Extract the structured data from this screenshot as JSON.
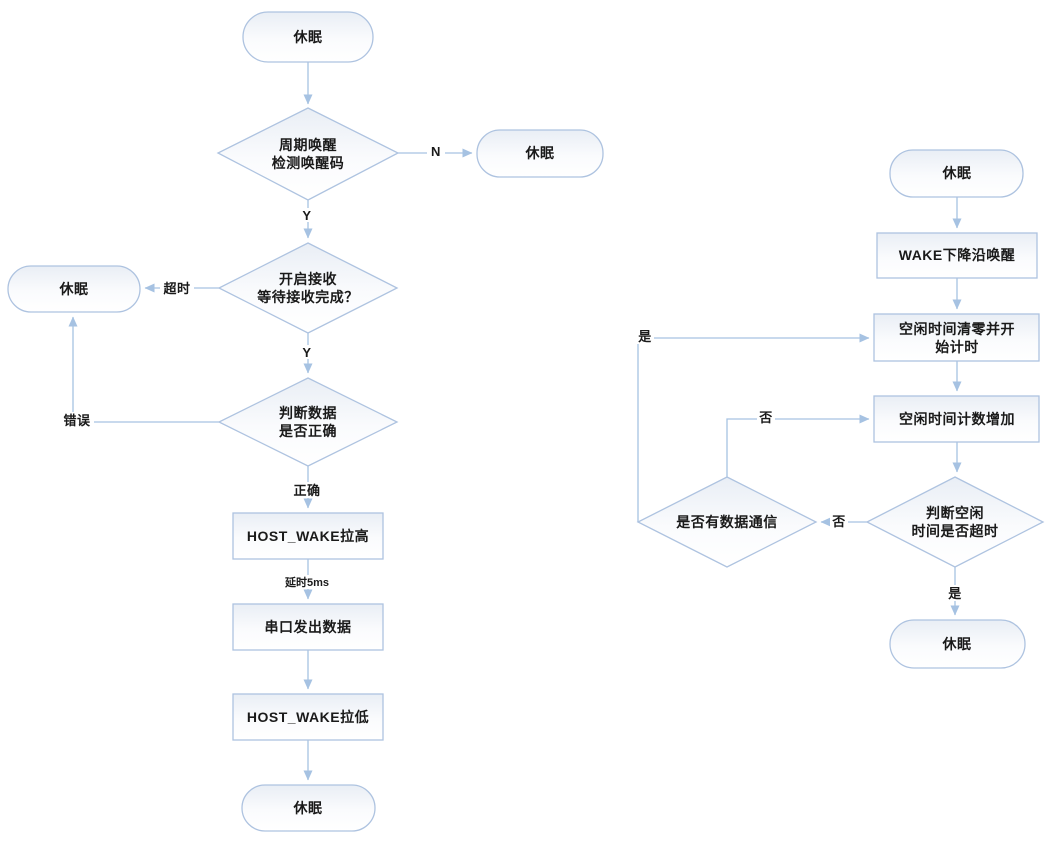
{
  "colors": {
    "shape_border": "#aec3e0",
    "connector": "#a6c2e2",
    "text": "#1a1a1a",
    "background": "#ffffff"
  },
  "left_flow": {
    "start_terminator": "休眠",
    "decision_wake_check": {
      "line1": "周期唤醒",
      "line2": "检测唤醒码"
    },
    "label_n": "N",
    "sleep_right_terminator": "休眠",
    "label_y1": "Y",
    "decision_receive": {
      "line1": "开启接收",
      "line2": "等待接收完成？"
    },
    "label_timeout": "超时",
    "sleep_left_terminator": "休眠",
    "label_y2": "Y",
    "decision_data_valid": {
      "line1": "判断数据",
      "line2": "是否正确"
    },
    "label_error": "错误",
    "label_correct": "正确",
    "process_host_wake_high": "HOST_WAKE拉高",
    "label_delay": "延时5ms",
    "process_uart_send": "串口发出数据",
    "process_host_wake_low": "HOST_WAKE拉低",
    "end_terminator": "休眠"
  },
  "right_flow": {
    "start_terminator": "休眠",
    "process_wake_falling_edge": "WAKE下降沿唤醒",
    "process_idle_reset": {
      "line1": "空闲时间清零并开",
      "line2": "始计时"
    },
    "process_idle_count": "空闲时间计数增加",
    "decision_idle_timeout": {
      "line1": "判断空闲",
      "line2": "时间是否超时"
    },
    "label_no_timeout": "否",
    "decision_data_comm": "是否有数据通信",
    "label_no_comm": "否",
    "label_yes_comm": "是",
    "label_yes_timeout": "是",
    "end_terminator": "休眠"
  }
}
